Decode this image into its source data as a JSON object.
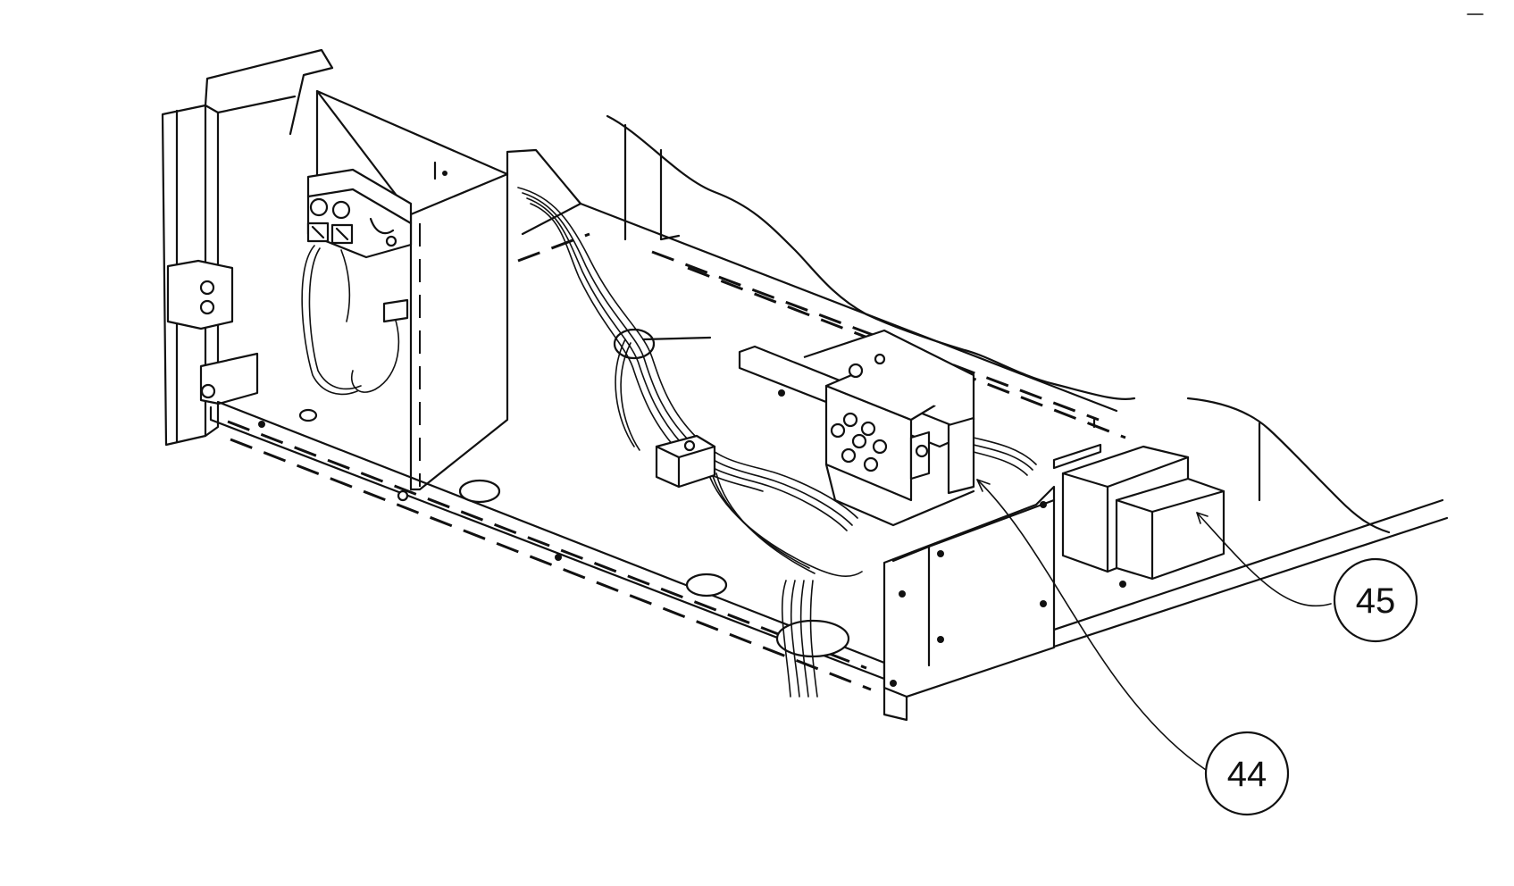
{
  "callouts": [
    {
      "id": "44",
      "label": "44"
    },
    {
      "id": "45",
      "label": "45"
    }
  ],
  "colors": {
    "ink": "#111111",
    "paper": "#ffffff"
  }
}
